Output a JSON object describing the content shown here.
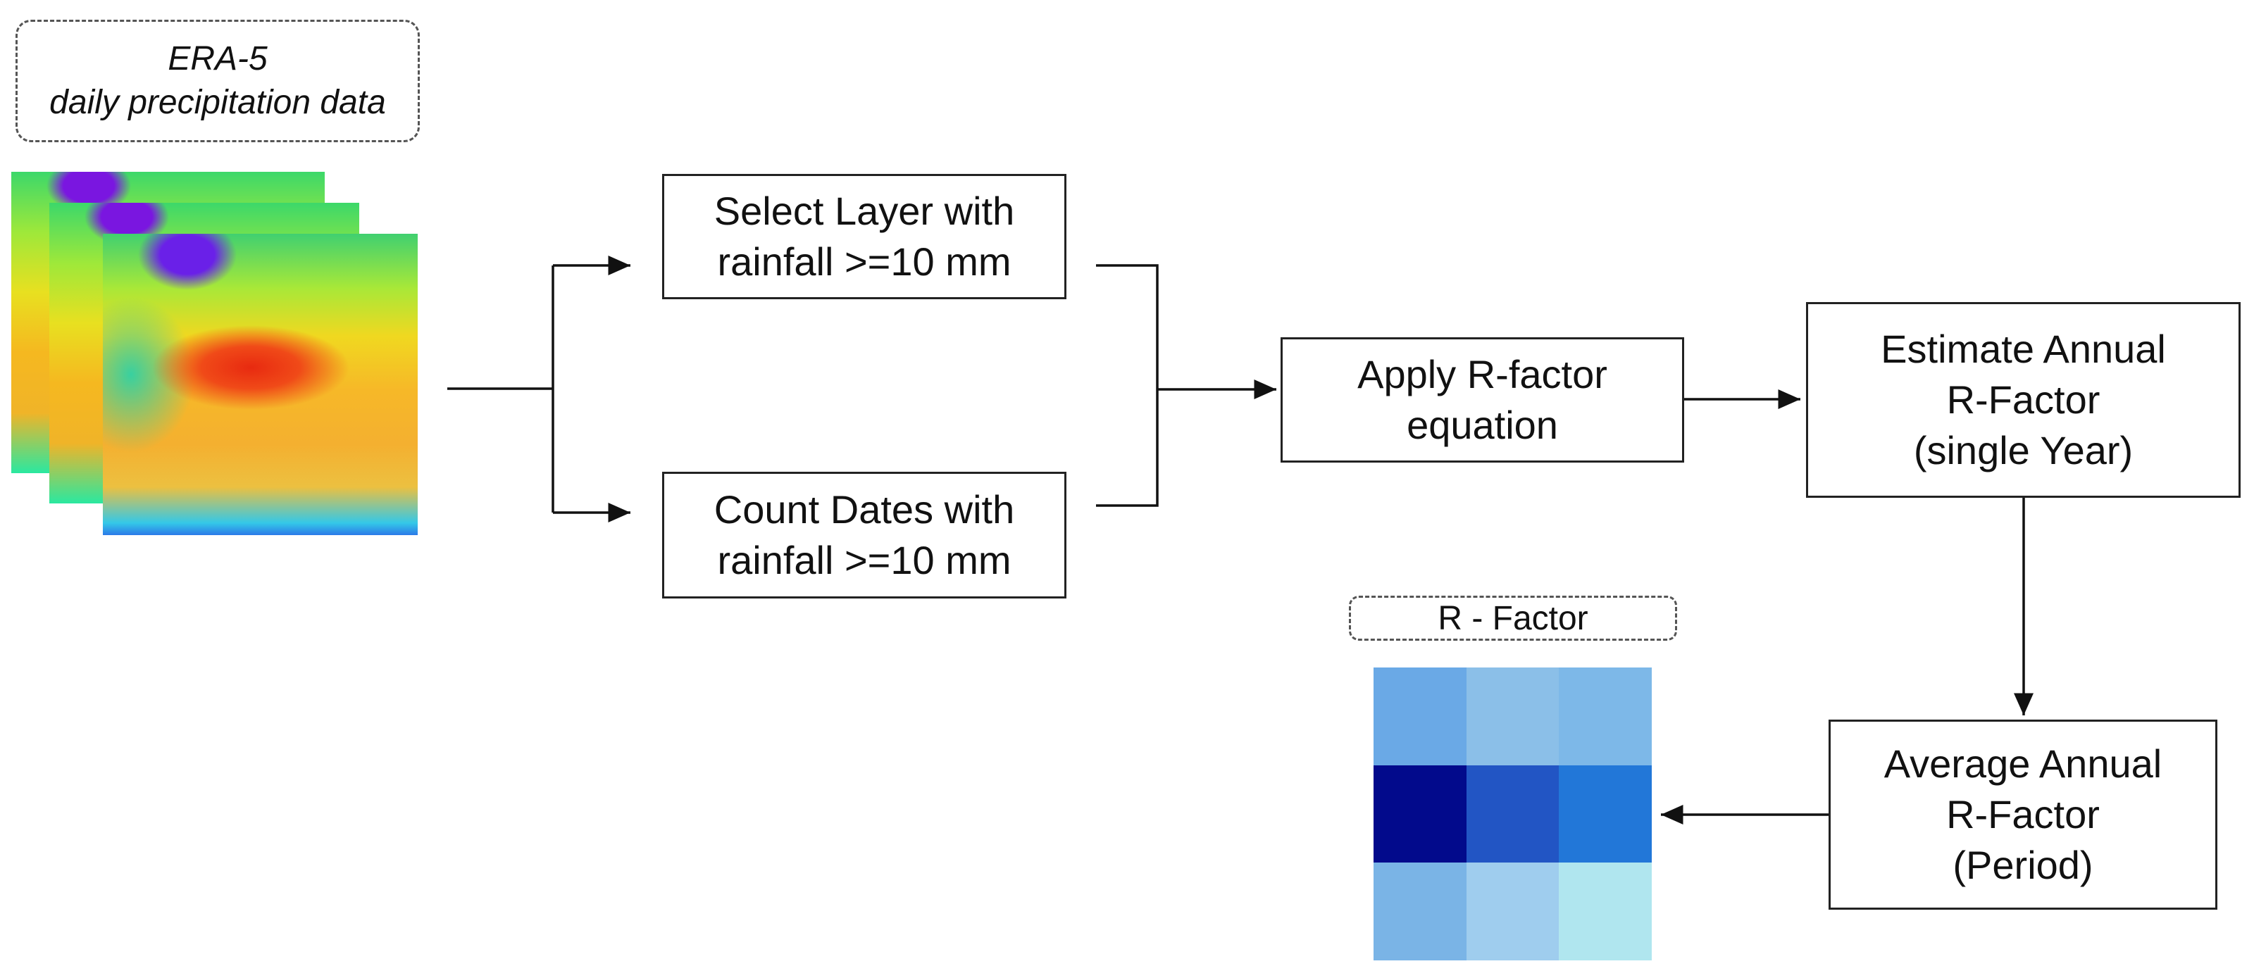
{
  "input_label": {
    "line1": "ERA-5",
    "line2": "daily precipitation data"
  },
  "steps": {
    "select_layer": {
      "line1": "Select Layer with",
      "line2": "rainfall >=10 mm"
    },
    "count_dates": {
      "line1": "Count Dates with",
      "line2": "rainfall >=10 mm"
    },
    "apply_equation": {
      "line1": "Apply R-factor",
      "line2": "equation"
    },
    "estimate_annual": {
      "line1": "Estimate Annual",
      "line2": "R-Factor",
      "line3": "(single Year)"
    },
    "average_annual": {
      "line1": "Average Annual",
      "line2": "R-Factor",
      "line3": "(Period)"
    }
  },
  "output_label": "R - Factor",
  "r_factor_grid_colors": [
    "#6aa9e6",
    "#8bbfe8",
    "#7db8e8",
    "#020a8c",
    "#2255c4",
    "#2277d8",
    "#7ab4e6",
    "#9fcdee",
    "#b0e6ef"
  ]
}
